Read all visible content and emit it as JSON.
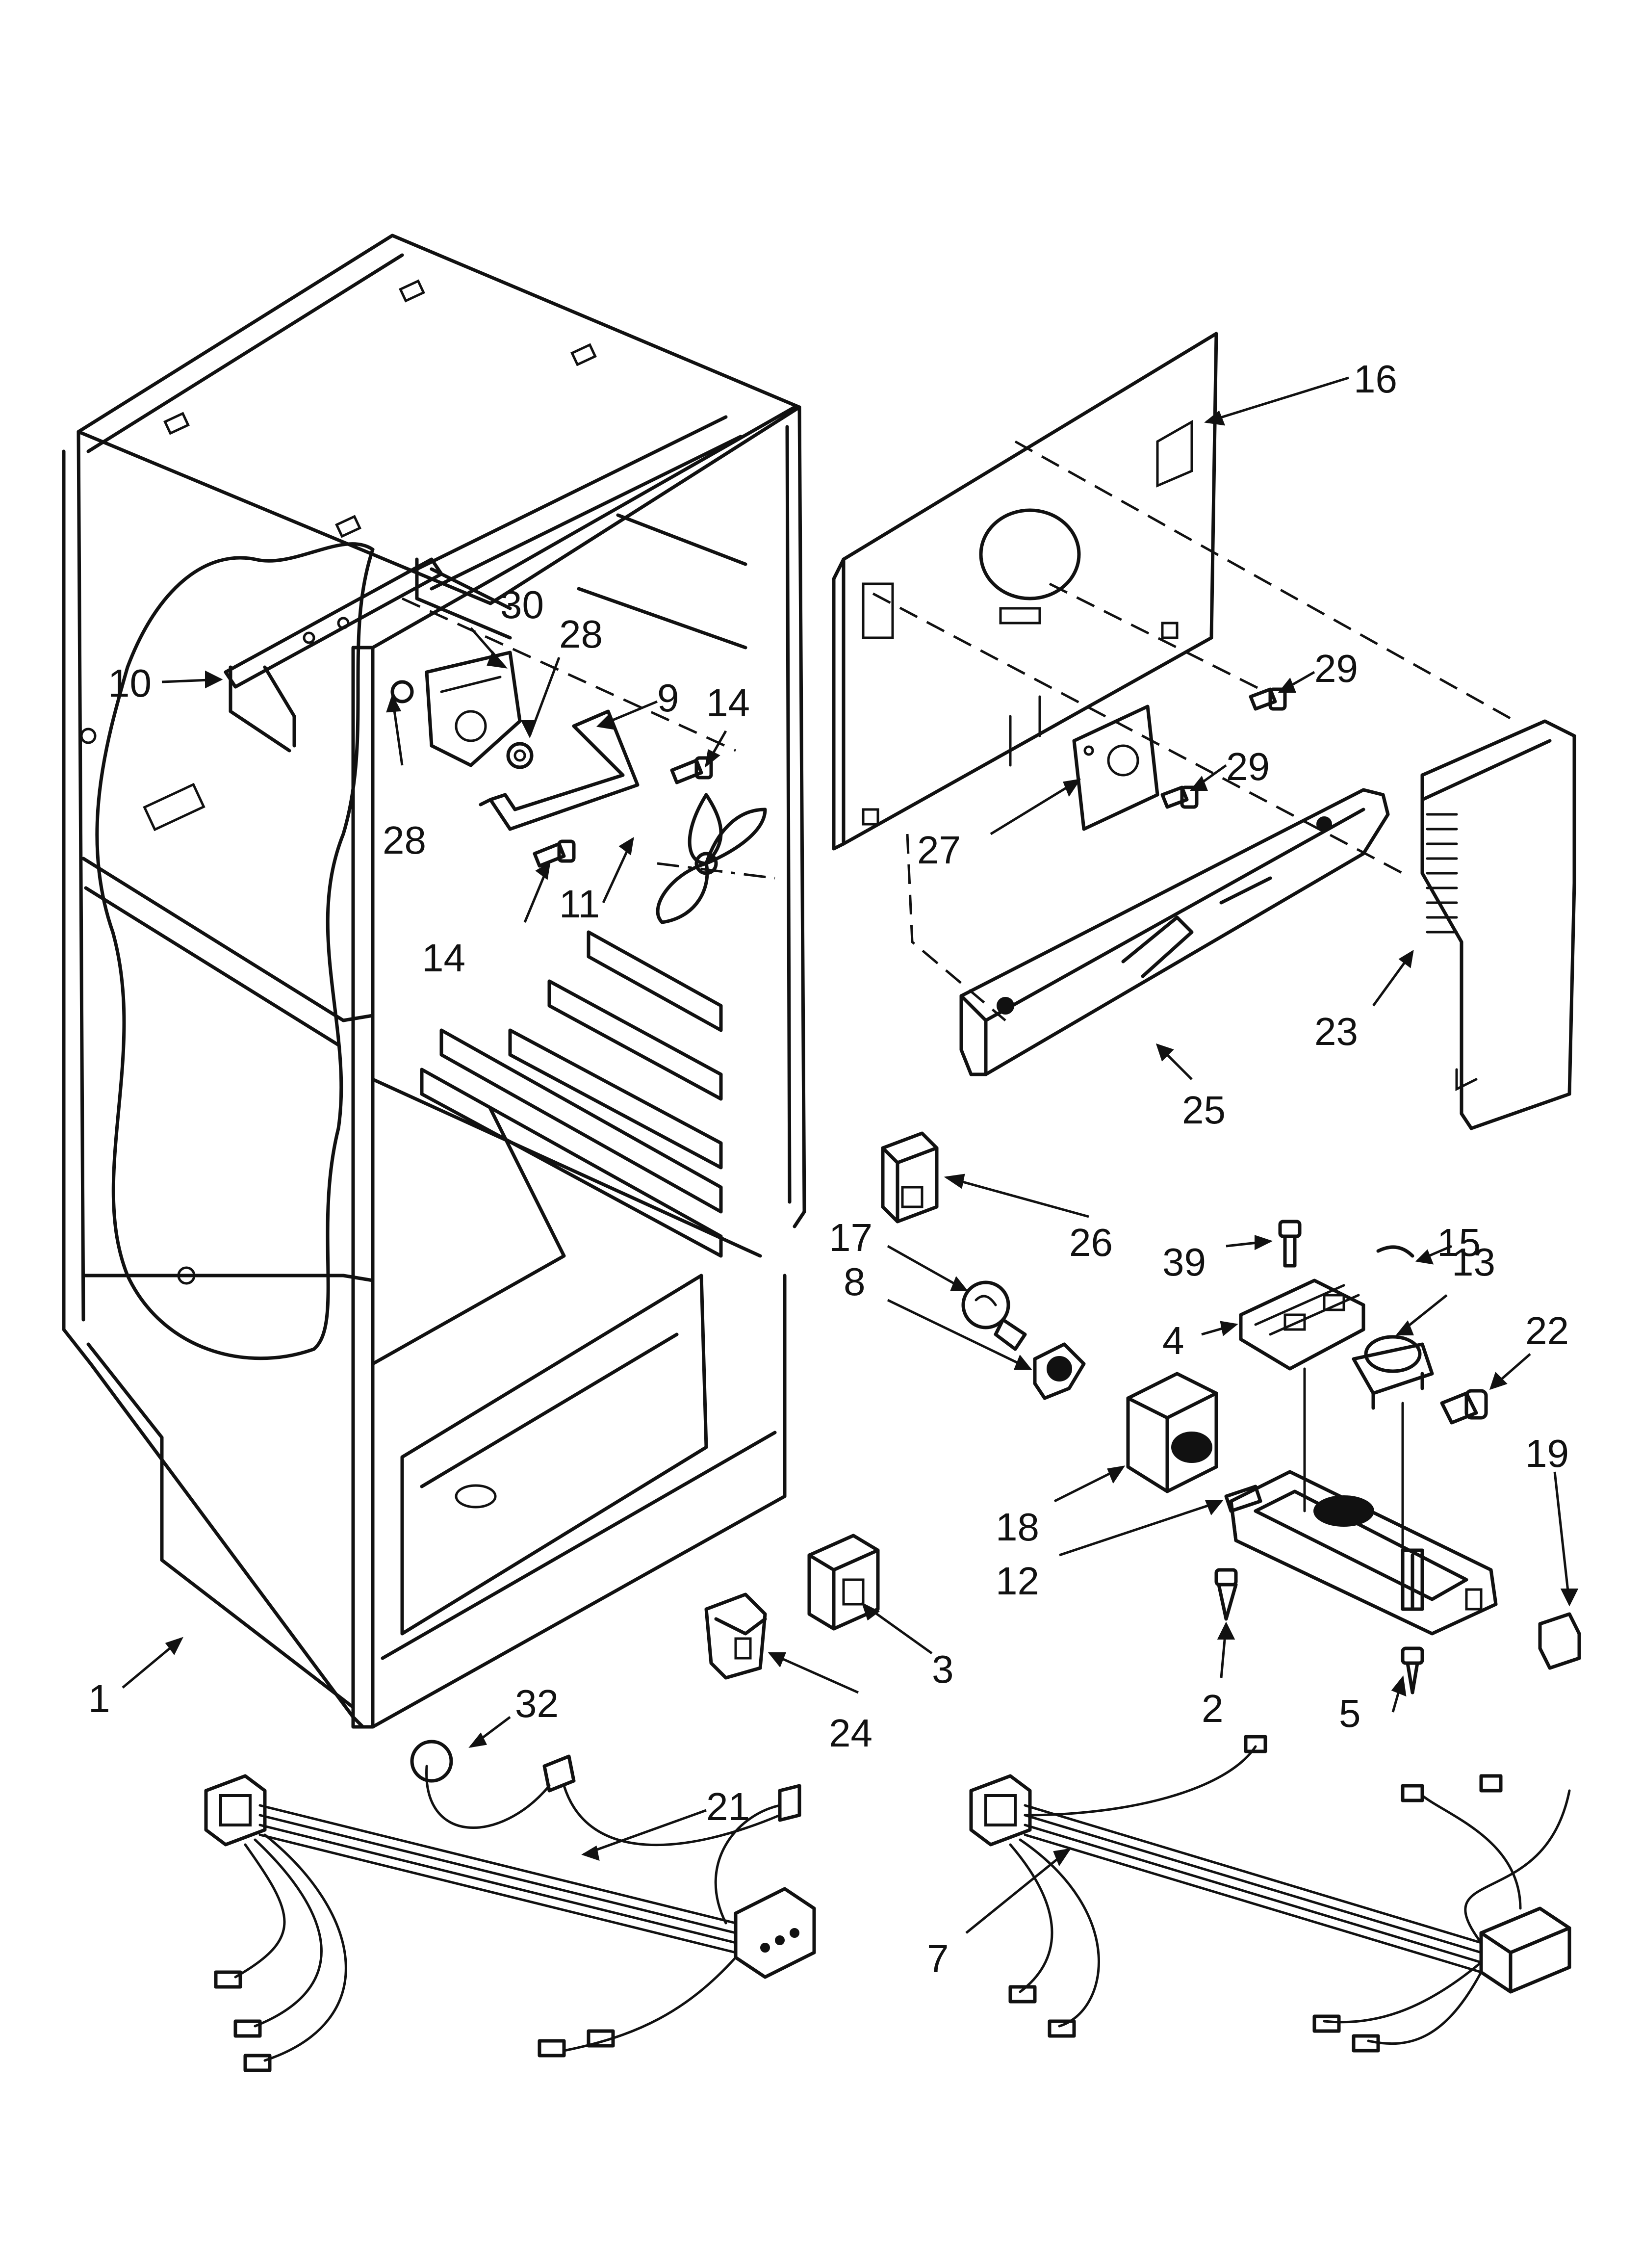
{
  "callouts": [
    {
      "id": "p1",
      "label": "1"
    },
    {
      "id": "p2",
      "label": "2"
    },
    {
      "id": "p3",
      "label": "3"
    },
    {
      "id": "p4",
      "label": "4"
    },
    {
      "id": "p5",
      "label": "5"
    },
    {
      "id": "p7",
      "label": "7"
    },
    {
      "id": "p8",
      "label": "8"
    },
    {
      "id": "p9",
      "label": "9"
    },
    {
      "id": "p10",
      "label": "10"
    },
    {
      "id": "p11",
      "label": "11"
    },
    {
      "id": "p12",
      "label": "12"
    },
    {
      "id": "p13",
      "label": "13"
    },
    {
      "id": "p14a",
      "label": "14"
    },
    {
      "id": "p14b",
      "label": "14"
    },
    {
      "id": "p15",
      "label": "15"
    },
    {
      "id": "p16",
      "label": "16"
    },
    {
      "id": "p17",
      "label": "17"
    },
    {
      "id": "p18",
      "label": "18"
    },
    {
      "id": "p19",
      "label": "19"
    },
    {
      "id": "p21",
      "label": "21"
    },
    {
      "id": "p22",
      "label": "22"
    },
    {
      "id": "p23",
      "label": "23"
    },
    {
      "id": "p24",
      "label": "24"
    },
    {
      "id": "p25",
      "label": "25"
    },
    {
      "id": "p26",
      "label": "26"
    },
    {
      "id": "p27",
      "label": "27"
    },
    {
      "id": "p28a",
      "label": "28"
    },
    {
      "id": "p28b",
      "label": "28"
    },
    {
      "id": "p29a",
      "label": "29"
    },
    {
      "id": "p29b",
      "label": "29"
    },
    {
      "id": "p30",
      "label": "30"
    },
    {
      "id": "p32",
      "label": "32"
    },
    {
      "id": "p39",
      "label": "39"
    }
  ]
}
